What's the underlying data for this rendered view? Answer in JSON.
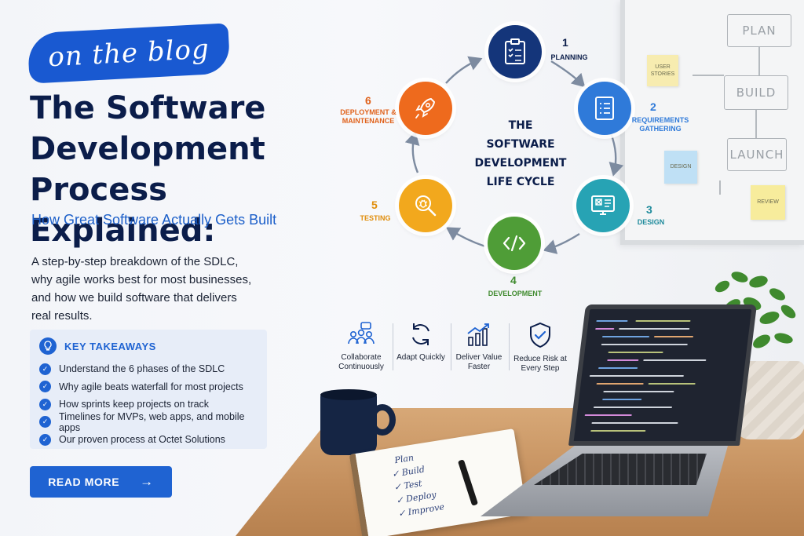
{
  "badge": {
    "text": "on the blog"
  },
  "title": {
    "line1": "The Software",
    "line2": "Development Process",
    "line3": "Explained:"
  },
  "subtitle": "How Great Software Actually Gets Built",
  "description": "A step-by-step breakdown of the SDLC, why agile works best for most businesses, and how we build software that delivers real results.",
  "takeaways": {
    "icon": "lightbulb-icon",
    "title": "KEY TAKEAWAYS",
    "items": [
      "Understand the 6 phases of the SDLC",
      "Why agile beats waterfall for most projects",
      "How sprints keep projects on track",
      "Timelines for MVPs, web apps, and mobile apps",
      "Our proven process at Octet Solutions"
    ]
  },
  "cta": {
    "label": "READ MORE",
    "arrow": "→"
  },
  "cycle": {
    "center": [
      "THE",
      "SOFTWARE",
      "DEVELOPMENT",
      "LIFE CYCLE"
    ],
    "phases": [
      {
        "number": "1",
        "label": "PLANNING",
        "icon": "clipboard-checklist-icon",
        "color": "#14357a"
      },
      {
        "number": "2",
        "label": "REQUIREMENTS GATHERING",
        "icon": "document-list-icon",
        "color": "#2f7ad9"
      },
      {
        "number": "3",
        "label": "DESIGN",
        "icon": "design-monitor-icon",
        "color": "#27a3b4"
      },
      {
        "number": "4",
        "label": "DEVELOPMENT",
        "icon": "code-brackets-icon",
        "color": "#4f9d37"
      },
      {
        "number": "5",
        "label": "TESTING",
        "icon": "bug-magnifier-icon",
        "color": "#f2a81d"
      },
      {
        "number": "6",
        "label": "DEPLOYMENT & MAINTENANCE",
        "icon": "rocket-icon",
        "color": "#ee6a1d"
      }
    ]
  },
  "benefits": [
    {
      "icon": "team-chat-icon",
      "label": "Collaborate Continuously"
    },
    {
      "icon": "refresh-cycle-icon",
      "label": "Adapt Quickly"
    },
    {
      "icon": "growth-chart-icon",
      "label": "Deliver Value Faster"
    },
    {
      "icon": "shield-check-icon",
      "label": "Reduce Risk at Every Step"
    }
  ],
  "whiteboard": {
    "boxes": [
      "PLAN",
      "BUILD",
      "LAUNCH"
    ],
    "stickies": [
      "USER STORIES",
      "DESIGN",
      "REVIEW"
    ]
  },
  "notebook": [
    "Plan",
    "Build",
    "Test",
    "Deploy",
    "Improve"
  ],
  "colors": {
    "primary": "#1f63d2",
    "navy": "#0b1d4a",
    "badge": "#1959d1"
  }
}
